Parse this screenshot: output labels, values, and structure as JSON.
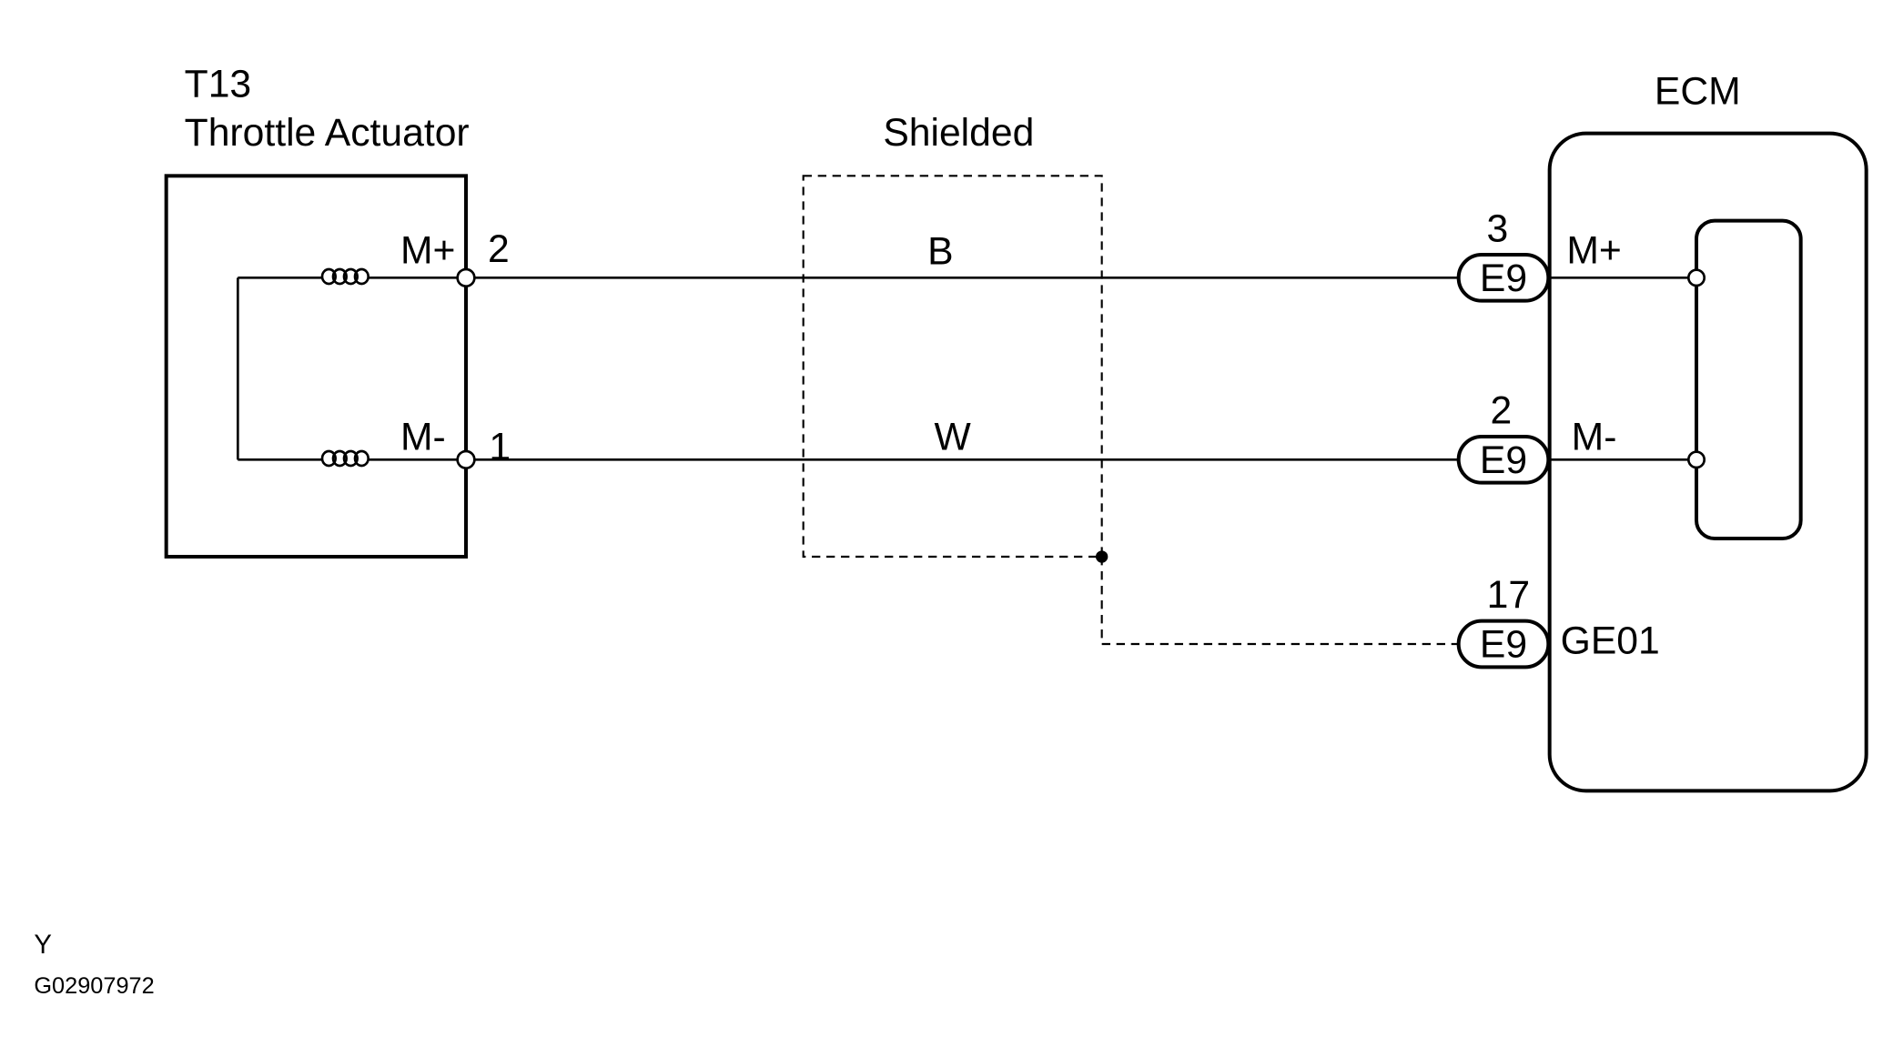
{
  "diagram": {
    "actuator": {
      "code": "T13",
      "name": "Throttle Actuator",
      "pins": [
        {
          "label": "M+",
          "number": "2"
        },
        {
          "label": "M-",
          "number": "1"
        }
      ]
    },
    "shield": {
      "label": "Shielded"
    },
    "wires": [
      {
        "color_code": "B"
      },
      {
        "color_code": "W"
      }
    ],
    "ecm": {
      "title": "ECM",
      "pins": [
        {
          "connector": "E9",
          "number": "3",
          "label": "M+"
        },
        {
          "connector": "E9",
          "number": "2",
          "label": "M-"
        },
        {
          "connector": "E9",
          "number": "17",
          "label": "GE01"
        }
      ]
    }
  },
  "footer": {
    "view": "Y",
    "figure_id": "G02907972"
  },
  "colors": {
    "line": "#000000",
    "background": "#ffffff"
  }
}
